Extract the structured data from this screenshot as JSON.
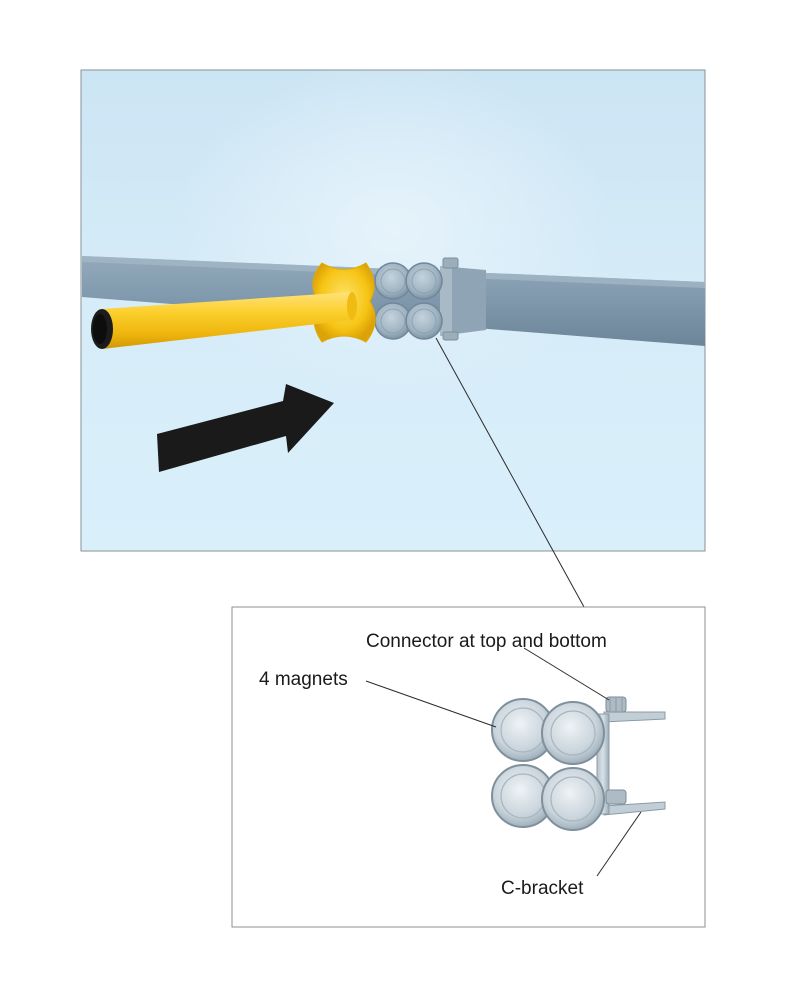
{
  "diagram": {
    "labels": {
      "connector": "Connector at top and bottom",
      "magnets": "4 magnets",
      "bracket": "C-bracket"
    },
    "colors": {
      "background_sky": "#d3ebf7",
      "beam_gray": "#7f99ad",
      "yellow_rod": "#f7c21a",
      "magnet_face": "#c9d3da",
      "arrow": "#1a1a1a"
    }
  }
}
